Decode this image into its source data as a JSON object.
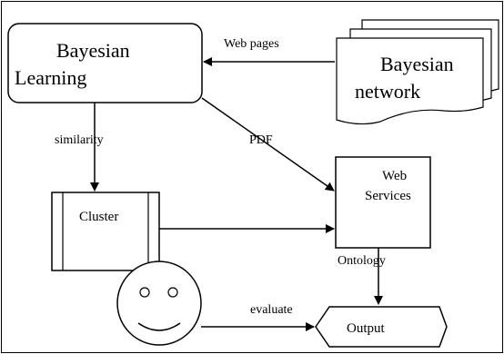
{
  "nodes": {
    "bayesian_learning": {
      "line1": "Bayesian",
      "line2": "Learning"
    },
    "bayesian_network": {
      "line1": "Bayesian",
      "line2": "network"
    },
    "cluster": {
      "label": "Cluster"
    },
    "web_services": {
      "line1": "Web",
      "line2": "Services"
    },
    "output": {
      "label": "Output"
    }
  },
  "edges": {
    "web_pages": "Web pages",
    "similarity": "similarity",
    "pdf": "PDF",
    "ontology": "Ontology",
    "evaluate": "evaluate"
  },
  "colors": {
    "stroke": "#000000",
    "fill": "#ffffff"
  },
  "icons": {
    "user": "smiley-face-icon"
  }
}
